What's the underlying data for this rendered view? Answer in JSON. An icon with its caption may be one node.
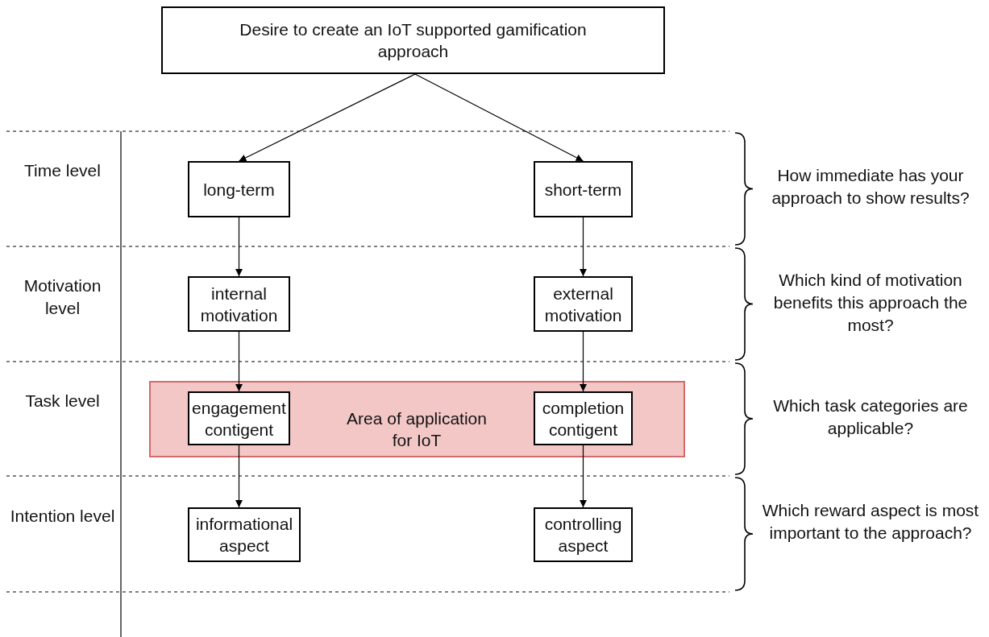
{
  "diagram": {
    "nodes": [
      {
        "text": [
          "Desire to create an IoT supported gamification approach"
        ]
      },
      {
        "text": [
          "long-term"
        ]
      },
      {
        "text": [
          "short-term"
        ]
      },
      {
        "text": [
          "internal motivation"
        ]
      },
      {
        "text": [
          "external motivation"
        ]
      },
      {
        "text": [
          "Area of application for IoT"
        ]
      },
      {
        "text": [
          "engagement contigent"
        ],
        "in": 5
      },
      {
        "text": [
          "completion contigent"
        ],
        "in": 5
      },
      {
        "text": [
          "informational aspect"
        ]
      },
      {
        "text": [
          "controlling aspect"
        ]
      }
    ],
    "edges": [
      {
        "from": 0,
        "to": 1,
        "arrow": "to"
      },
      {
        "from": 0,
        "to": 2,
        "arrow": "to"
      },
      {
        "from": 1,
        "to": 3,
        "arrow": "to"
      },
      {
        "from": 2,
        "to": 4,
        "arrow": "to"
      },
      {
        "from": 3,
        "to": 6,
        "arrow": "to"
      },
      {
        "from": 4,
        "to": 7,
        "arrow": "to"
      },
      {
        "from": 6,
        "to": 8,
        "arrow": "to"
      },
      {
        "from": 7,
        "to": 9,
        "arrow": "to"
      }
    ],
    "labels": [
      "Time level",
      "How immediate has your approach to show results?",
      "Motivation level",
      "Which kind of motivation benefits this approach the most?",
      "Task level",
      "Which task categories are applicable?",
      "Intention level",
      "Which reward aspect is most important to the approach?"
    ]
  }
}
